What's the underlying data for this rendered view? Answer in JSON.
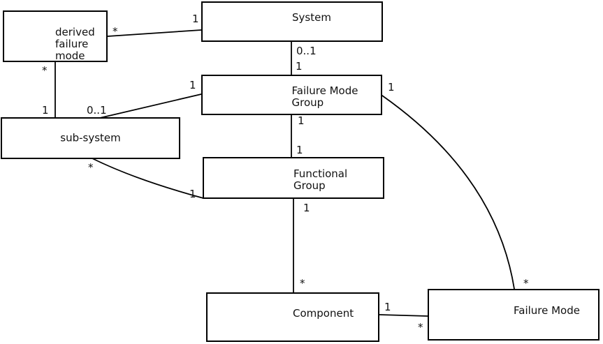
{
  "diagram": {
    "colors": {
      "line": "#000000",
      "text": "#111111",
      "node_fill": "#ffffff",
      "background": "#ffffff"
    },
    "nodes": {
      "derived_failure_mode": {
        "label": "derived\nfailure\nmode"
      },
      "system": {
        "label": "System"
      },
      "failure_mode_group": {
        "label": "Failure Mode\nGroup"
      },
      "sub_system": {
        "label": "sub-system"
      },
      "functional_group": {
        "label": "Functional\nGroup"
      },
      "component": {
        "label": "Component"
      },
      "failure_mode": {
        "label": "Failure Mode"
      }
    },
    "edges": [
      {
        "from": "system",
        "to": "derived_failure_mode",
        "from_card": "1",
        "to_card": "*"
      },
      {
        "from": "system",
        "to": "failure_mode_group",
        "from_card": "0..1",
        "to_card": "1"
      },
      {
        "from": "derived_failure_mode",
        "to": "sub_system",
        "from_card": "*",
        "to_card": "1"
      },
      {
        "from": "failure_mode_group",
        "to": "sub_system",
        "from_card": "1",
        "to_card": "0..1"
      },
      {
        "from": "failure_mode_group",
        "to": "functional_group",
        "from_card": "1",
        "to_card": "1"
      },
      {
        "from": "sub_system",
        "to": "functional_group",
        "from_card": "*",
        "to_card": "1"
      },
      {
        "from": "functional_group",
        "to": "component",
        "from_card": "1",
        "to_card": "*"
      },
      {
        "from": "component",
        "to": "failure_mode",
        "from_card": "1",
        "to_card": "*"
      },
      {
        "from": "failure_mode_group",
        "to": "failure_mode",
        "from_card": "1",
        "to_card": "*"
      }
    ]
  }
}
